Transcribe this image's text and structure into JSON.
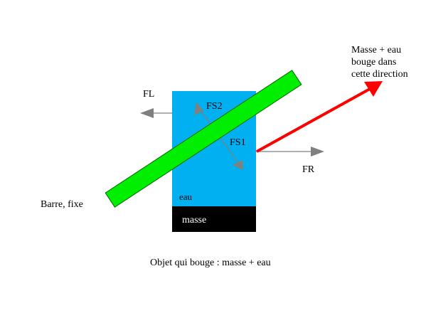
{
  "colors": {
    "water": "#00b0f0",
    "mass": "#000000",
    "bar_fill": "#00ee00",
    "bar_stroke": "#006600",
    "force_arrow": "#808080",
    "motion_arrow": "#ff0000"
  },
  "labels": {
    "fl": "FL",
    "fs2": "FS2",
    "fs1": "FS1",
    "fr": "FR",
    "eau": "eau",
    "masse": "masse",
    "barre": "Barre, fixe",
    "direction_line1": "Masse + eau",
    "direction_line2": "bouge dans",
    "direction_line3": "cette direction",
    "caption": "Objet qui bouge : masse + eau"
  }
}
